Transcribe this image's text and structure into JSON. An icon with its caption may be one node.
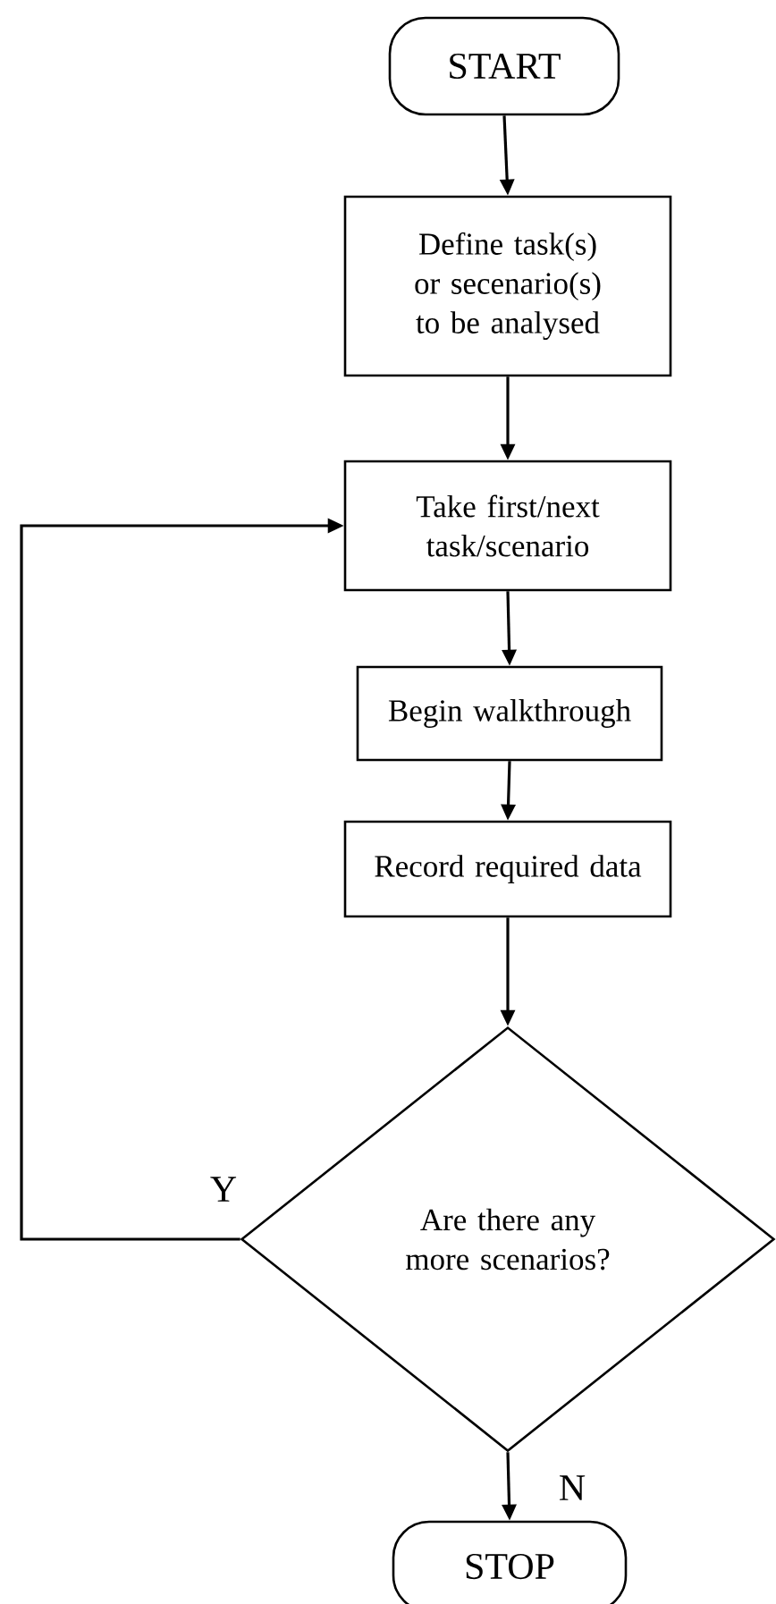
{
  "diagram": {
    "nodes": [
      {
        "text": [
          "START"
        ]
      },
      {
        "text": [
          "Define task(s) or secenario(s) to be analysed"
        ]
      },
      {
        "text": [
          "Take first/next task/scenario"
        ]
      },
      {
        "text": [
          "Begin walkthrough"
        ]
      },
      {
        "text": [
          "Record required data"
        ]
      },
      {
        "text": [
          "Are there any more scenarios?"
        ]
      },
      {
        "text": [
          "STOP"
        ]
      }
    ],
    "edges": [
      {
        "from": 0,
        "to": 1,
        "arrow": "to"
      },
      {
        "from": 1,
        "to": 2,
        "arrow": "to"
      },
      {
        "from": 2,
        "to": 3,
        "arrow": "to"
      },
      {
        "from": 3,
        "to": 4,
        "arrow": "to"
      },
      {
        "from": 4,
        "to": 5,
        "arrow": "to"
      },
      {
        "from": 5,
        "to": 2,
        "arrow": "to",
        "label": "Y"
      },
      {
        "from": 5,
        "to": 6,
        "arrow": "to",
        "label": "N"
      }
    ]
  }
}
